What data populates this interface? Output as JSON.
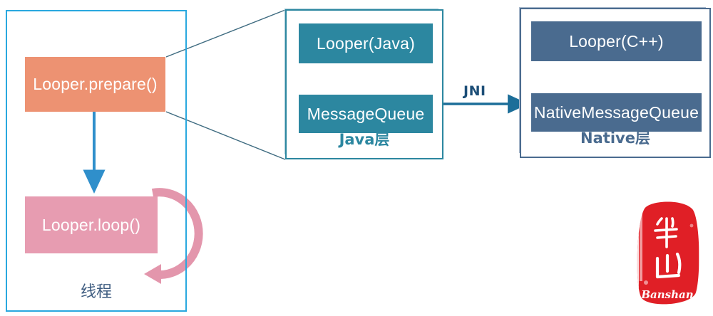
{
  "diagram": {
    "title": "Android Looper architecture diagram",
    "colors": {
      "thread_border": "#29A8DF",
      "prepare_box": "#ED9272",
      "loop_box": "#E79CB1",
      "java_teal": "#2C87A0",
      "native_slate": "#4A6B8F",
      "arrow_blue": "#2F8FCB",
      "loop_arrow_pink": "#E79CB1",
      "jni_text": "#1C4E77",
      "seal_red": "#E01F26"
    }
  },
  "thread_panel": {
    "caption": "线程",
    "nodes": {
      "prepare": "Looper.prepare()",
      "loop": "Looper.loop()"
    },
    "icons": {
      "flow_arrow": "down-arrow-icon",
      "loop_arrow": "circular-loop-arrow-icon"
    }
  },
  "java_panel": {
    "caption": "Java层",
    "nodes": {
      "looper": "Looper(Java)",
      "message_queue": "MessageQueue"
    },
    "icons": {
      "flow_arrow": "down-arrow-icon"
    }
  },
  "native_panel": {
    "caption": "Native层",
    "nodes": {
      "looper": "Looper(C++)",
      "native_message_queue": "NativeMessageQueue"
    },
    "icons": {
      "flow_arrow": "up-arrow-icon"
    }
  },
  "bridge": {
    "label": "JNI",
    "icon": "right-arrow-icon"
  },
  "seal": {
    "latin_text": "Banshan",
    "cjk_text": "半山",
    "icon": "red-seal-stamp-icon"
  }
}
